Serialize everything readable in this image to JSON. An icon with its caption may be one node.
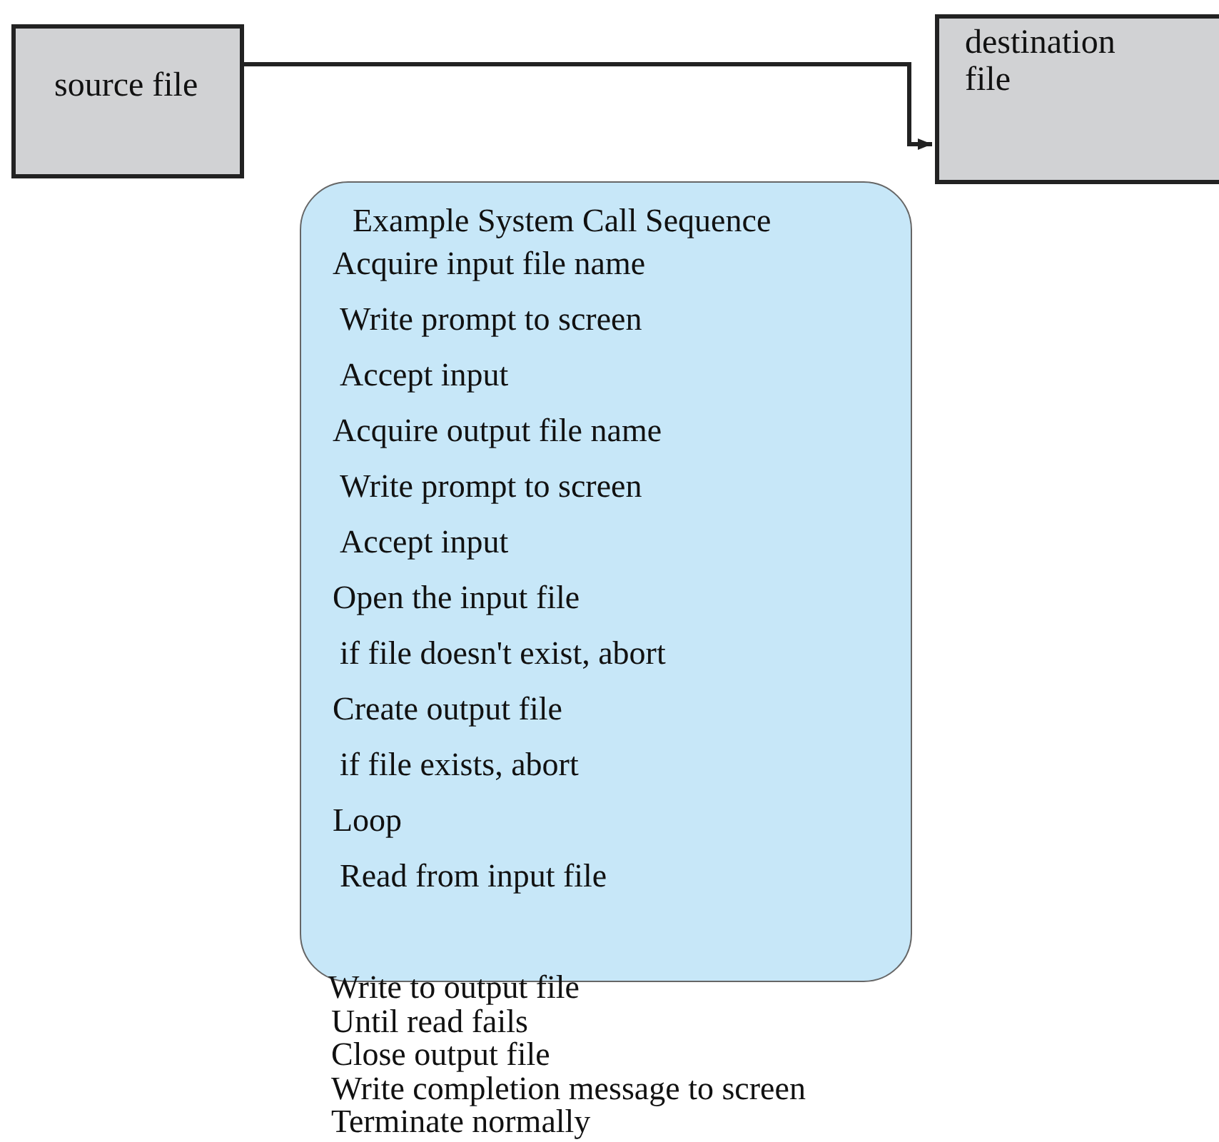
{
  "diagram": {
    "nodes": [
      {
        "text": [
          "source file"
        ]
      },
      {
        "text": [
          "destination file"
        ]
      },
      {
        "text": [
          "Example System Call Sequence",
          "Acquire input file name",
          "Write prompt to screen",
          "Accept input",
          "Acquire output file name",
          "Write prompt to screen",
          "Accept input",
          "Open the input file",
          "if file doesn't exist, abort",
          "Create output file",
          "if file exists, abort",
          "Loop",
          "Read from input file"
        ]
      }
    ],
    "edges": [
      {
        "from": 0,
        "to": 1,
        "arrow": "to"
      }
    ],
    "labels": [
      "Write to output file",
      "Until read fails",
      "Close output file",
      "Write completion message to screen",
      "Terminate normally"
    ]
  }
}
